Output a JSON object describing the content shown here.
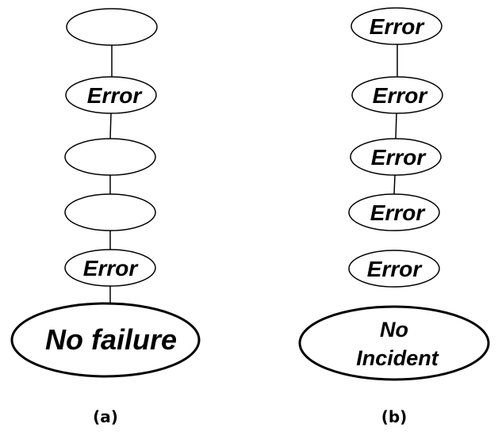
{
  "diagram_a": {
    "caption": "(a)",
    "nodes": [
      {
        "label": ""
      },
      {
        "label": "Error"
      },
      {
        "label": ""
      },
      {
        "label": ""
      },
      {
        "label": "Error"
      }
    ],
    "outcome": "No failure"
  },
  "diagram_b": {
    "caption": "(b)",
    "nodes": [
      {
        "label": "Error"
      },
      {
        "label": "Error"
      },
      {
        "label": "Error"
      },
      {
        "label": "Error"
      },
      {
        "label": "Error"
      }
    ],
    "outcome_line1": "No",
    "outcome_line2": "Incident"
  }
}
